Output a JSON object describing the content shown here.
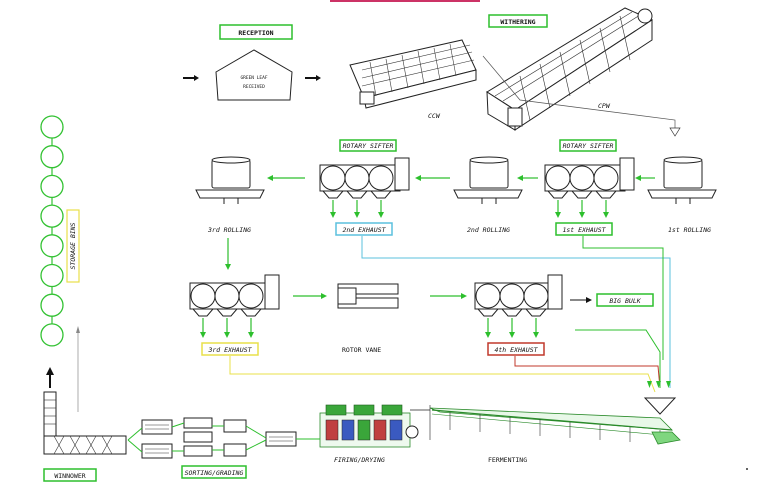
{
  "labels": {
    "reception": "RECEPTION",
    "withering": "WITHERING",
    "green_leaf": "GREEN LEAF",
    "received": "RECEIVED",
    "ccw": "CCW",
    "cpw": "CPW",
    "rotary_sifter_1": "ROTARY SIFTER",
    "rotary_sifter_2": "ROTARY SIFTER",
    "rolling_1": "1st ROLLING",
    "rolling_2": "2nd ROLLING",
    "rolling_3": "3rd ROLLING",
    "exhaust_1": "1st EXHAUST",
    "exhaust_2": "2nd EXHAUST",
    "exhaust_3": "3rd EXHAUST",
    "exhaust_4": "4th EXHAUST",
    "rotor_vane": "ROTOR VANE",
    "big_bulk": "BIG BULK",
    "storage_bins": "STORAGE BINS",
    "winnower": "WINNOWER",
    "sorting_grading": "SORTING/GRADING",
    "firing_drying": "FIRING/DRYING",
    "fermenting": "FERMENTING"
  },
  "colors": {
    "label_border": "#2dbf2d",
    "exhaust_2_border": "#5bc0de",
    "exhaust_3_border": "#e8e04a",
    "exhaust_4_border": "#c0392b",
    "flow_arrow": "#2dbf2d",
    "storage_bin": "#33c233",
    "withering_highlight": "#cc3366"
  }
}
